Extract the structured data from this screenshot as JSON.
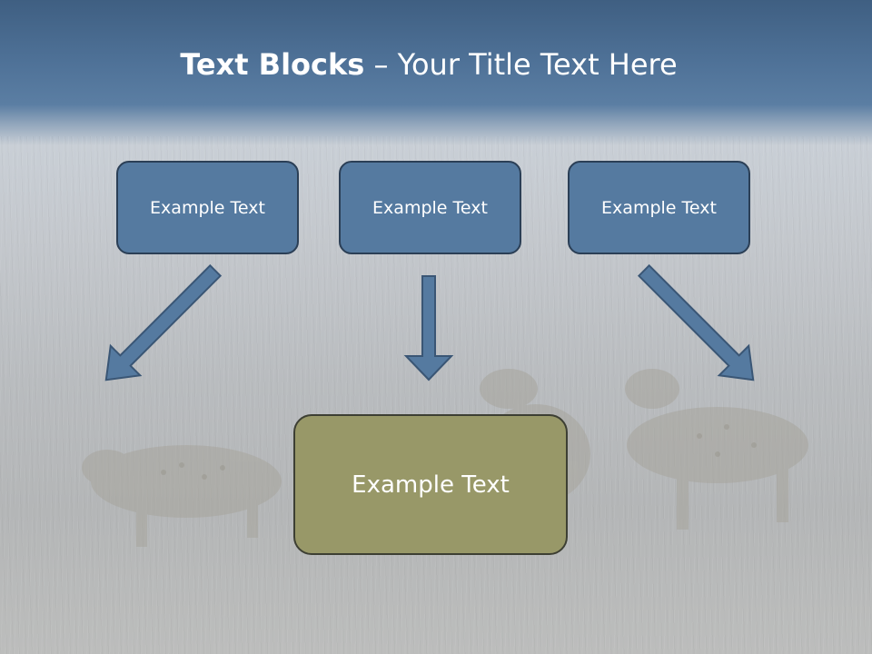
{
  "slide": {
    "title_bold": "Text Blocks",
    "title_rest": "– Your Title Text Here",
    "blocks": [
      {
        "label": "Example Text"
      },
      {
        "label": "Example Text"
      },
      {
        "label": "Example Text"
      }
    ],
    "center_block": {
      "label": "Example Text"
    }
  },
  "colors": {
    "block_fill": "#557aa0",
    "block_border": "#2b3f56",
    "center_fill": "#989868",
    "arrow_fill": "#557aa0"
  }
}
